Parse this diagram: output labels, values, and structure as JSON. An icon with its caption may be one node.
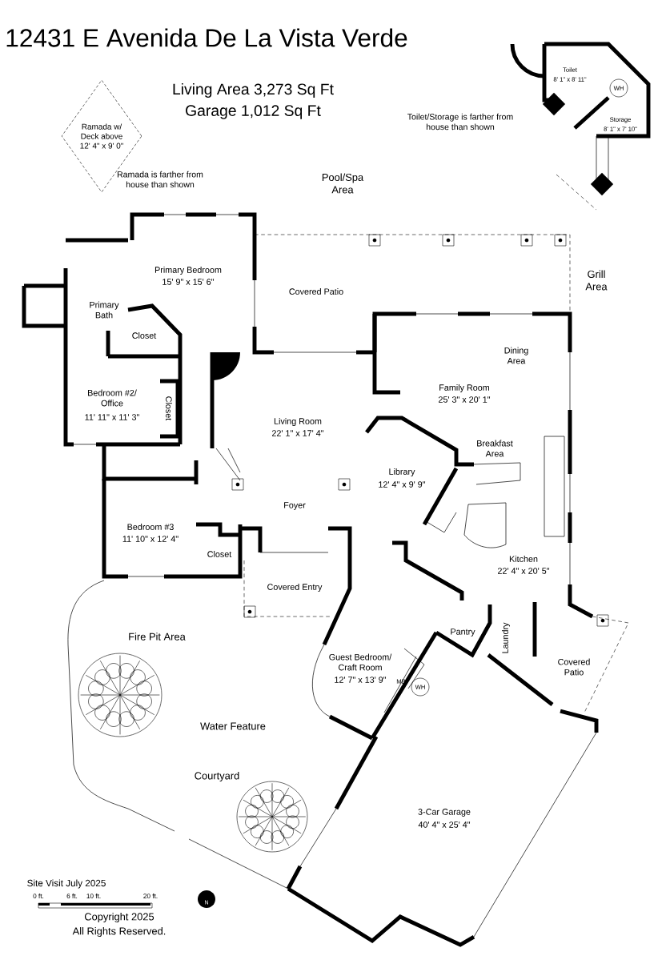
{
  "diagram": {
    "title": "12431 E Avenida De La Vista Verde",
    "nodes": [
      {
        "text": [
          "Ramada w/ Deck above",
          "12' 4\" x 9' 0\""
        ]
      }
    ],
    "labels": [
      "Living Area 3,273 Sq Ft",
      "Garage 1,012 Sq Ft",
      "Toilet",
      "8' 1\" x 8' 11\"",
      "WH",
      "Storage",
      "8' 1\" x 7' 10\"",
      "Toilet/Storage is farther from house than shown",
      "Ramada is farther from house than shown",
      "Pool/Spa Area",
      "Primary Bedroom",
      "15' 9\" x 15' 6\"",
      "Covered Patio",
      "Grill Area",
      "Primary Bath",
      "Closet",
      "Dining Area",
      "Bedroom #2/ Office",
      "11' 11\" x 11' 3\"",
      "Closet",
      "Family Room",
      "25' 3\" x 20' 1\"",
      "Living Room",
      "22' 1\" x 17' 4\"",
      "Breakfast Area",
      "Library",
      "12' 4\" x 9' 9\"",
      "Foyer",
      "Bedroom #3",
      "11' 10\" x 12' 4\"",
      "Closet",
      "Kitchen",
      "22' 4\" x 20' 5\"",
      "Covered Entry",
      "Pantry",
      "Laundry",
      "Fire Pit Area",
      "Guest Bedroom/ Craft Room",
      "12' 7\" x 13' 9\"",
      "MB",
      "WH",
      "Covered Patio",
      "Water Feature",
      "Courtyard",
      "3-Car Garage",
      "40' 4\" x 25' 4\"",
      "Site Visit July 2025",
      "0 ft.",
      "6 ft.",
      "10 ft.",
      "20 ft.",
      "N",
      "Copyright 2025",
      "All Rights Reserved."
    ]
  }
}
